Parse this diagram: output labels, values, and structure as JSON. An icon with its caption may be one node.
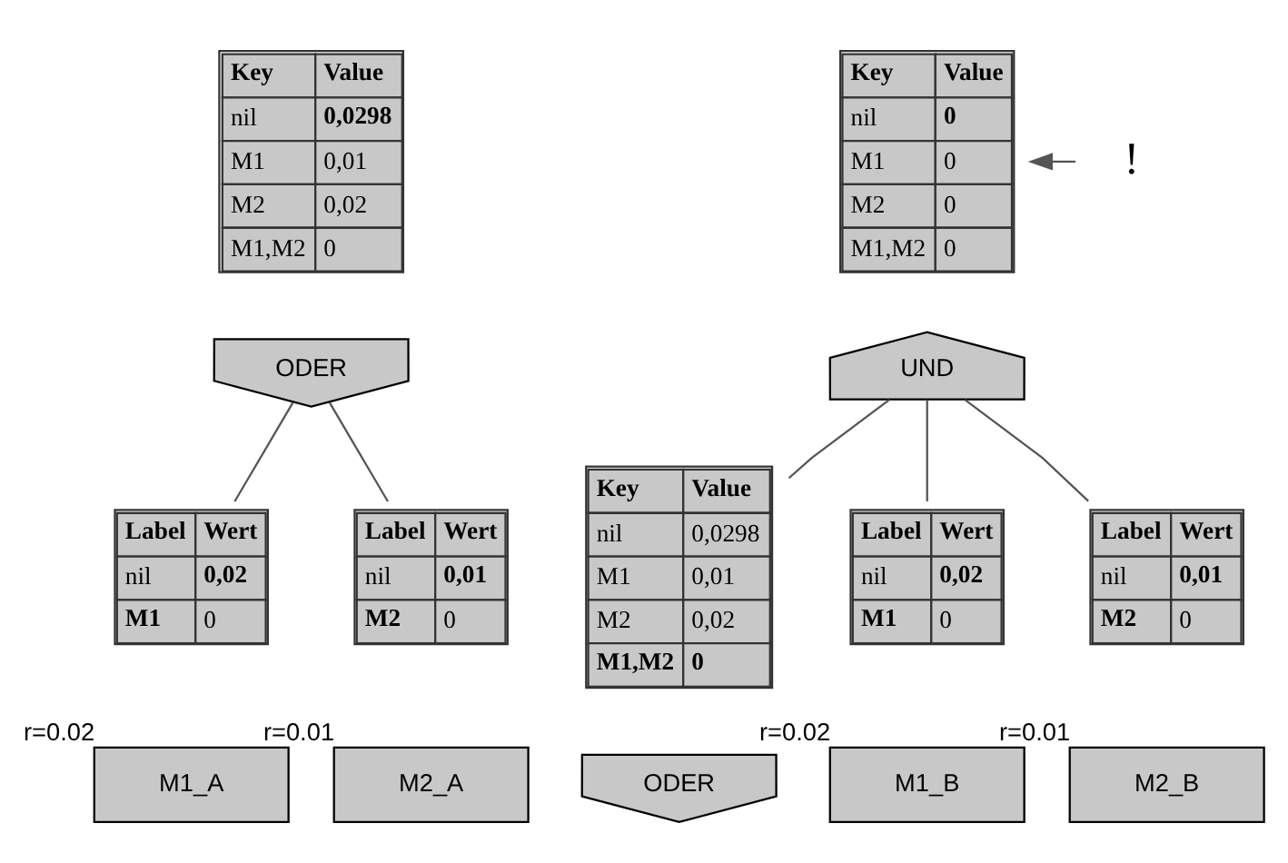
{
  "diagram": {
    "nodes": [
      {
        "text": [
          "Key",
          "Value",
          "nil",
          "0,0298",
          "M1",
          "0,01",
          "M2",
          "0,02",
          "M1,M2",
          "0"
        ]
      },
      {
        "text": [
          "ODER"
        ]
      },
      {
        "text": [
          "Label",
          "Wert",
          "nil",
          "0,02",
          "M1",
          "0"
        ]
      },
      {
        "text": [
          "Label",
          "Wert",
          "nil",
          "0,01",
          "M2",
          "0"
        ]
      },
      {
        "text": [
          "M1_A"
        ],
        "beside": [
          "r=0.02"
        ]
      },
      {
        "text": [
          "M2_A"
        ],
        "beside": [
          "r=0.01"
        ]
      },
      {
        "text": [
          "Key",
          "Value",
          "nil",
          "0",
          "M1",
          "0",
          "M2",
          "0",
          "M1,M2",
          "0"
        ]
      },
      {
        "text": [
          "!"
        ]
      },
      {
        "text": [
          "UND"
        ]
      },
      {
        "text": [
          "Key",
          "Value",
          "nil",
          "0,0298",
          "M1",
          "0,01",
          "M2",
          "0,02",
          "M1,M2",
          "0"
        ]
      },
      {
        "text": [
          "ODER"
        ]
      },
      {
        "text": [
          "Label",
          "Wert",
          "nil",
          "0,02",
          "M1",
          "0"
        ]
      },
      {
        "text": [
          "Label",
          "Wert",
          "nil",
          "0,01",
          "M2",
          "0"
        ]
      },
      {
        "text": [
          "M1_B"
        ],
        "beside": [
          "r=0.02"
        ]
      },
      {
        "text": [
          "M2_B"
        ],
        "beside": [
          "r=0.01"
        ]
      }
    ],
    "edges": [
      {
        "from": 1,
        "to": 2,
        "arrow": "none"
      },
      {
        "from": 1,
        "to": 3,
        "arrow": "none"
      },
      {
        "from": 7,
        "to": 6,
        "arrow": "to"
      },
      {
        "from": 8,
        "to": 9,
        "arrow": "none"
      },
      {
        "from": 8,
        "to": 11,
        "arrow": "none"
      },
      {
        "from": 8,
        "to": 12,
        "arrow": "none"
      }
    ]
  }
}
